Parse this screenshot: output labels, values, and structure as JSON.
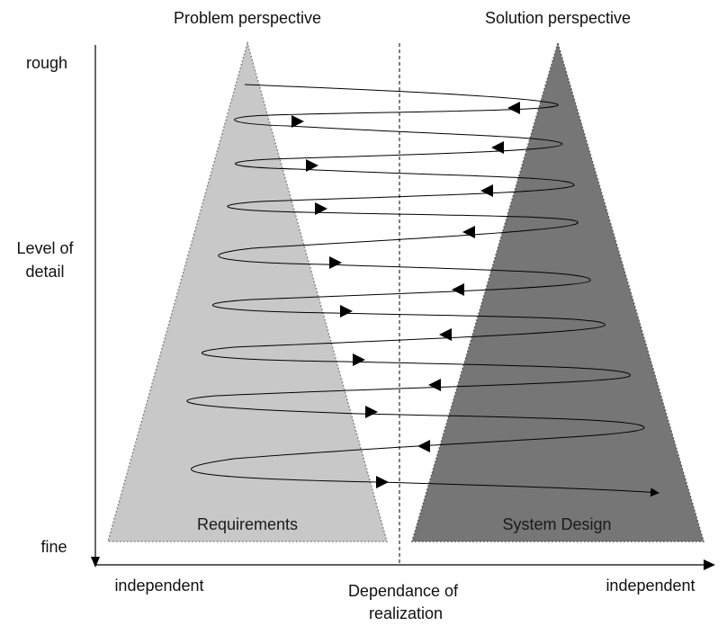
{
  "headers": {
    "problem": "Problem perspective",
    "solution": "Solution perspective"
  },
  "y_axis": {
    "top": "rough",
    "label_line1": "Level of",
    "label_line2": "detail",
    "bottom": "fine"
  },
  "x_axis": {
    "left": "independent",
    "center_line1": "Dependance of",
    "center_line2": "realization",
    "right": "independent"
  },
  "triangles": {
    "left_label": "Requirements",
    "right_label": "System Design"
  },
  "colors": {
    "left_fill": "#c8c8c8",
    "right_fill": "#767676",
    "line": "#000000"
  }
}
